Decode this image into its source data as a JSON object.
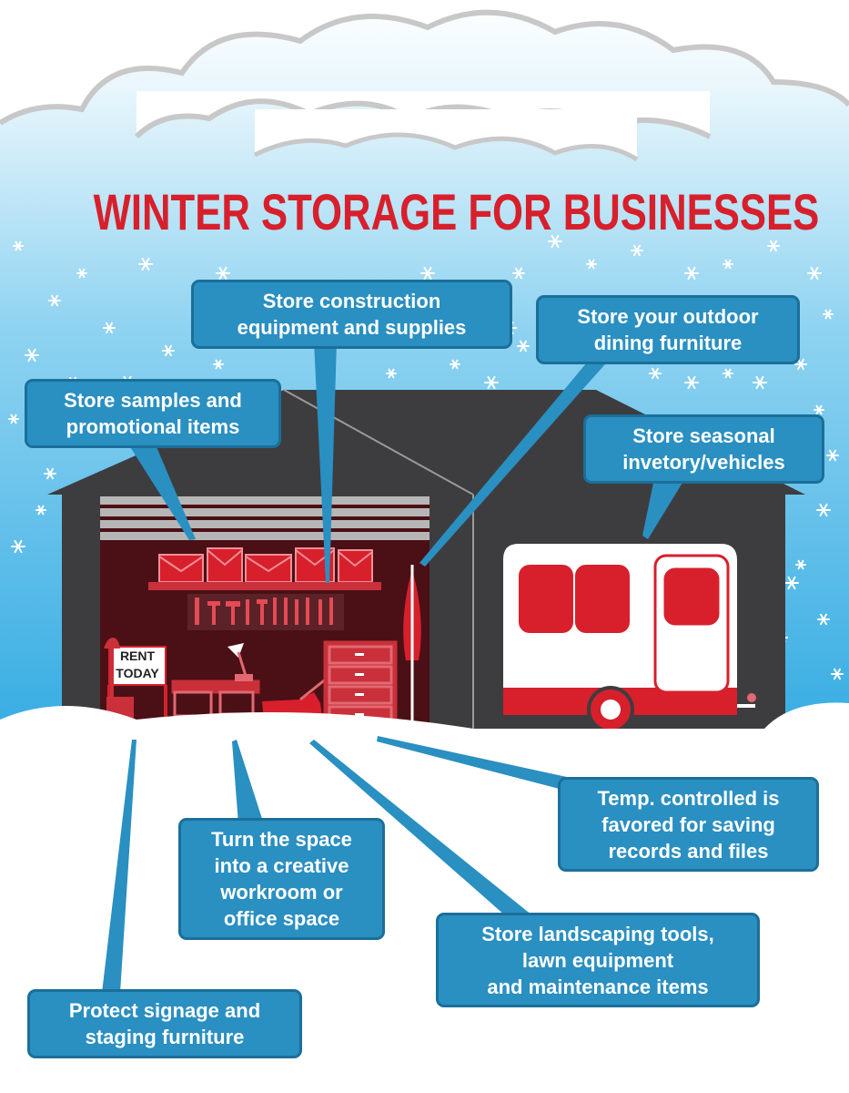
{
  "title": "WINTER STORAGE FOR BUSINESSES",
  "sign": {
    "line1": "RENT",
    "line2": "TODAY"
  },
  "callouts": {
    "samples": {
      "lines": [
        "Store samples and",
        "promotional items"
      ]
    },
    "construction": {
      "lines": [
        "Store construction",
        "equipment and supplies"
      ]
    },
    "dining": {
      "lines": [
        "Store your outdoor",
        "dining furniture"
      ]
    },
    "seasonal": {
      "lines": [
        "Store seasonal",
        "invetory/vehicles"
      ]
    },
    "records": {
      "lines": [
        "Temp. controlled is",
        "favored for saving",
        "records and files"
      ]
    },
    "workroom": {
      "lines": [
        "Turn the space",
        "into a creative",
        "workroom or",
        "office space"
      ]
    },
    "landscaping": {
      "lines": [
        "Store landscaping tools,",
        "lawn equipment",
        "and maintenance items"
      ]
    },
    "signage": {
      "lines": [
        "Protect signage and",
        "staging furniture"
      ]
    }
  },
  "colors": {
    "title_red": "#d7202c",
    "callout_blue": "#2a8fc1",
    "garage_gray": "#3d3d3f",
    "sky_blue": "#4bb8e8",
    "interior": "#4a1016"
  },
  "icons": [
    "snowflake-icon",
    "cloud-icon",
    "umbrella-icon",
    "lawn-mower-icon",
    "lamp-icon",
    "trailer-icon",
    "tool-rack-icon"
  ]
}
